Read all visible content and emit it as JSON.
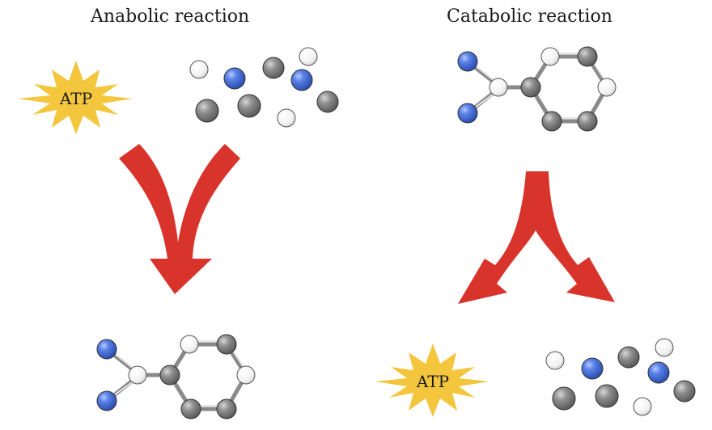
{
  "panels": {
    "anabolic": {
      "title": "Anabolic reaction",
      "atp_label": "ATP"
    },
    "catabolic": {
      "title": "Catabolic reaction",
      "atp_label": "ATP"
    }
  },
  "colors": {
    "arrow_red": "#d9342b",
    "atp_star_yellow": "#f4c63d",
    "atom_blue": "#3f6bd6",
    "atom_gray": "#8a8a8a",
    "atom_white": "#ffffff"
  },
  "icons": {
    "energy": "atp-star-icon",
    "atoms": "atom-sphere-icon",
    "molecule": "ring-molecule-icon"
  }
}
